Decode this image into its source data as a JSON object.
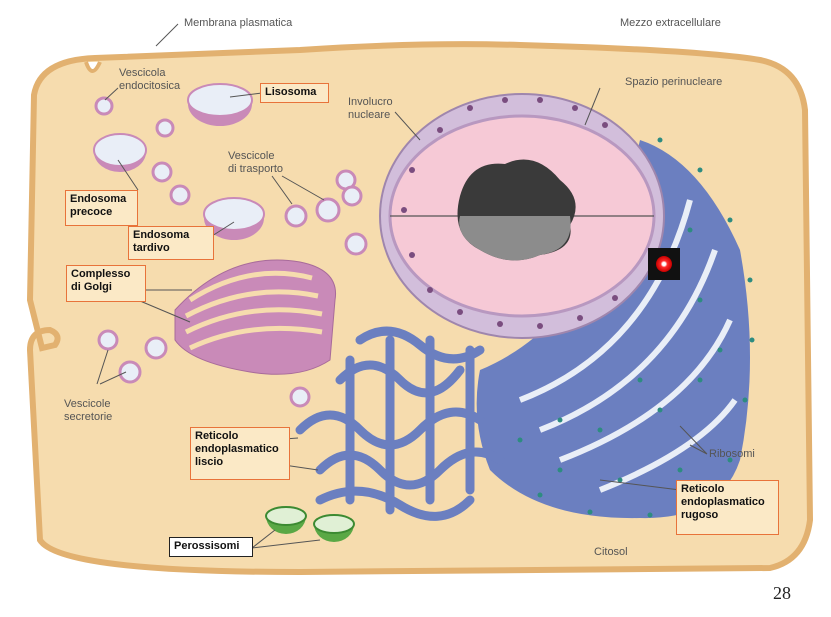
{
  "labels": {
    "membrana_plasmatica": "Membrana plasmatica",
    "mezzo_extracellulare": "Mezzo extracellulare",
    "vescicola_endocitosica": "Vescicola\nendocitosica",
    "lisosoma": "Lisosoma",
    "spazio_perinucleare": "Spazio perinucleare",
    "involucro_nucleare": "Involucro\nnucleare",
    "vescicole_trasporto": "Vescicole\ndi trasporto",
    "endosoma_precoce": "Endosoma\nprecoce",
    "endosoma_tardivo": "Endosoma\ntardivo",
    "complesso_golgi": "Complesso\ndi Golgi",
    "vescicole_secretorie": "Vescicole\nsecretorie",
    "reticolo_liscio": "Reticolo\nendoplasmatico\nliscio",
    "ribosomi": "Ribosomi",
    "reticolo_rugoso": "Reticolo\nendoplasmatico\nrugoso",
    "perossisomi": "Perossisomi",
    "citosol": "Citosol"
  },
  "page_number": "28",
  "colors": {
    "cytoplasm": "#f6dcae",
    "membrane": "#e2b170",
    "golgi": "#c98ab8",
    "nucleus_envelope": "#d2bedb",
    "nucleoplasm": "#f6c9d6",
    "nucleolus": "#3a3a3a",
    "er": "#6b7fc0",
    "ribosome": "#2d8c80",
    "peroxisome": "#5aa845",
    "label_box_border": "#e8733a"
  }
}
